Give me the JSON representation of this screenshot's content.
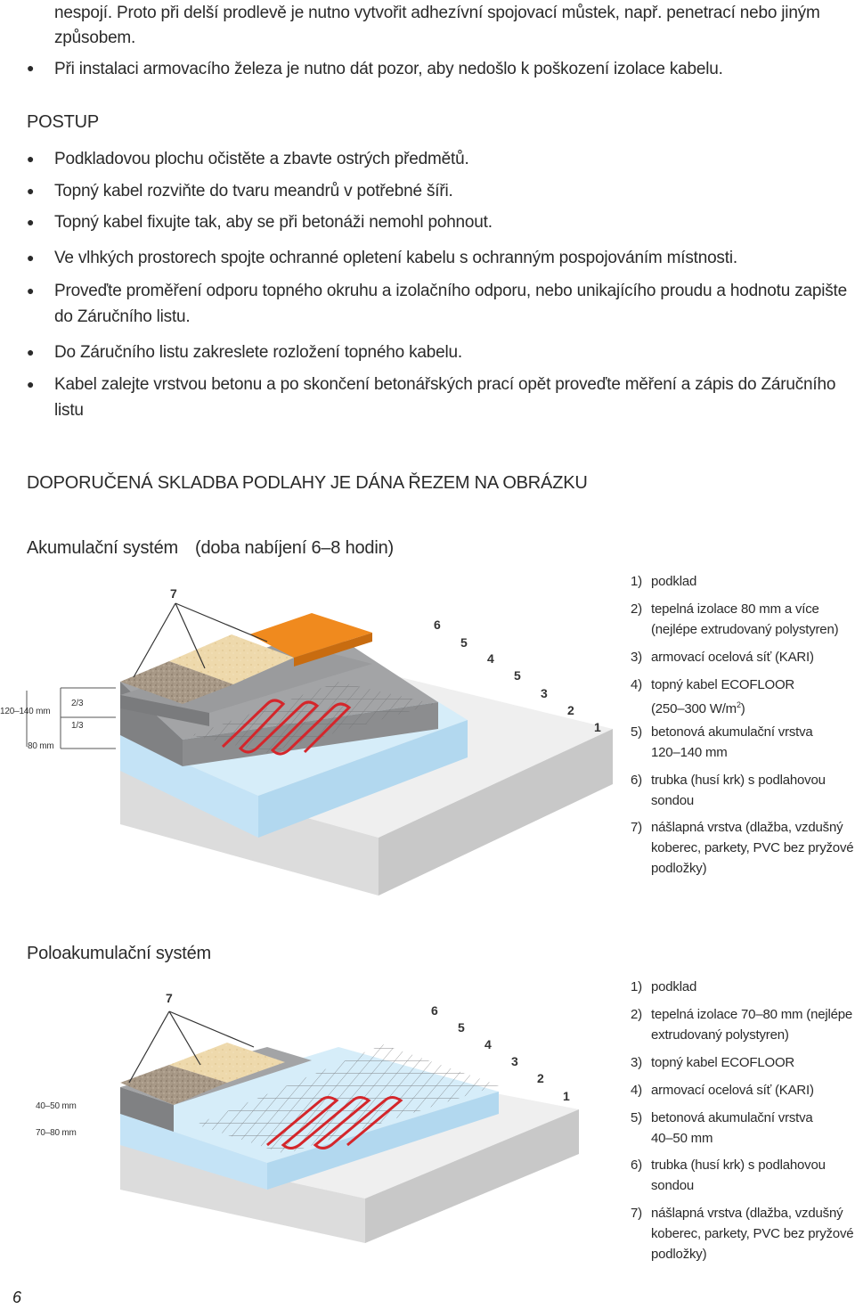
{
  "intro": {
    "line1": "nespojí. Proto při delší prodlevě je nutno vytvořit adhezívní spojovací můstek, např. penetrací nebo jiným",
    "line2": "způsobem.",
    "bullet1": "Při instalaci armovacího železa je nutno dát pozor, aby nedošlo k poškození izolace kabelu."
  },
  "postup": {
    "heading": "POSTUP",
    "items": [
      "Podkladovou plochu očistěte a zbavte ostrých předmětů.",
      "Topný kabel rozviňte do tvaru meandrů v potřebné šíři.",
      "Topný kabel fixujte tak, aby se při betonáži nemohl pohnout.",
      "Ve vlhkých prostorech spojte ochranné opletení kabelu s ochranným pospojováním místnosti.",
      "Proveďte proměření odporu topného okruhu a izolačního odporu, nebo unikajícího proudu a hodnotu zapište",
      "do Záručního listu.",
      "Do Záručního listu zakreslete rozložení topného kabelu.",
      "Kabel zalejte vrstvou betonu a po skončení betonářských prací opět proveďte měření a zápis do Záručního",
      "listu"
    ]
  },
  "section_title": "DOPORUČENÁ SKLADBA PODLAHY JE DÁNA ŘEZEM NA OBRÁZKU",
  "system1": {
    "title": "Akumulační systém",
    "subtitle": "(doba nabíjení 6–8 hodin)",
    "dims": {
      "total": "120–140 mm",
      "insul": "80 mm",
      "frac_top": "2/3",
      "frac_bot": "1/3"
    },
    "callouts": [
      "7",
      "6",
      "5",
      "4",
      "5",
      "3",
      "2",
      "1"
    ],
    "legend": [
      {
        "n": "1)",
        "t": "podklad"
      },
      {
        "n": "2)",
        "t": "tepelná izolace 80 mm a více (nejlépe extrudovaný polystyren)"
      },
      {
        "n": "3)",
        "t": "armovací ocelová síť (KARI)"
      },
      {
        "n": "4)",
        "t": "topný kabel ECOFLOOR",
        "t2": "(250–300 W/m",
        "sup": "2",
        "t3": ")"
      },
      {
        "n": "5)",
        "t": "betonová akumulační vrstva 120–140 mm"
      },
      {
        "n": "6)",
        "t": "trubka (husí krk) s podlahovou sondou"
      },
      {
        "n": "7)",
        "t": "nášlapná vrstva (dlažba, vzdušný koberec, parkety, PVC bez pryžové podložky)"
      }
    ]
  },
  "system2": {
    "title": "Poloakumulační systém",
    "dims": {
      "top": "40–50 mm",
      "bottom": "70–80 mm"
    },
    "callouts": [
      "7",
      "6",
      "5",
      "4",
      "3",
      "2",
      "1"
    ],
    "legend": [
      {
        "n": "1)",
        "t": "podklad"
      },
      {
        "n": "2)",
        "t": "tepelná izolace 70–80 mm (nejlépe extrudovaný polystyren)"
      },
      {
        "n": "3)",
        "t": "topný kabel ECOFLOOR"
      },
      {
        "n": "4)",
        "t": "armovací ocelová síť (KARI)"
      },
      {
        "n": "5)",
        "t": "betonová akumulační vrstva 40–50 mm"
      },
      {
        "n": "6)",
        "t": "trubka (husí krk) s podlahovou sondou"
      },
      {
        "n": "7)",
        "t": "nášlapná vrstva (dlažba, vzdušný koberec, parkety, PVC bez pryžové podložky)"
      }
    ]
  },
  "page_number": "6",
  "colors": {
    "concrete": "#8c8d8f",
    "insulation": "#c5e4f7",
    "base": "#e4e4e4",
    "cable": "#d4262b",
    "tile": "#f08a1e",
    "wood": "#e9d3a6"
  }
}
